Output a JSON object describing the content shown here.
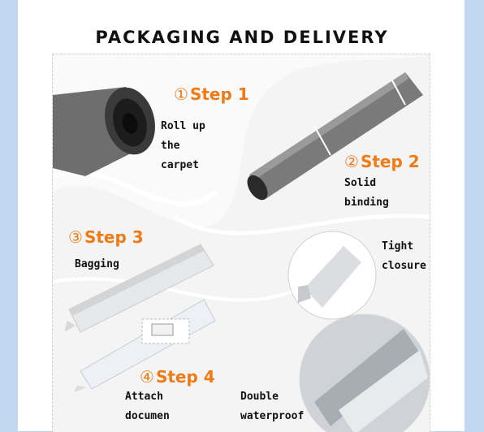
{
  "title": "PACKAGING AND DELIVERY",
  "steps": [
    {
      "num": "①",
      "label": "Step 1",
      "caption": "Roll up\nthe\ncarpet"
    },
    {
      "num": "②",
      "label": "Step 2",
      "caption": "Solid\nbinding"
    },
    {
      "num": "③",
      "label": "Step 3",
      "caption": "Bagging"
    },
    {
      "num": "④",
      "label": "Step 4",
      "caption": "Attach\ndocumen"
    }
  ],
  "extra_captions": {
    "tight": "Tight\nclosure",
    "waterproof": "Double\nwaterproof"
  },
  "colors": {
    "accent": "#f07a16",
    "page_bg": "#c2d8f2",
    "carpet": "#6e6e6e"
  }
}
